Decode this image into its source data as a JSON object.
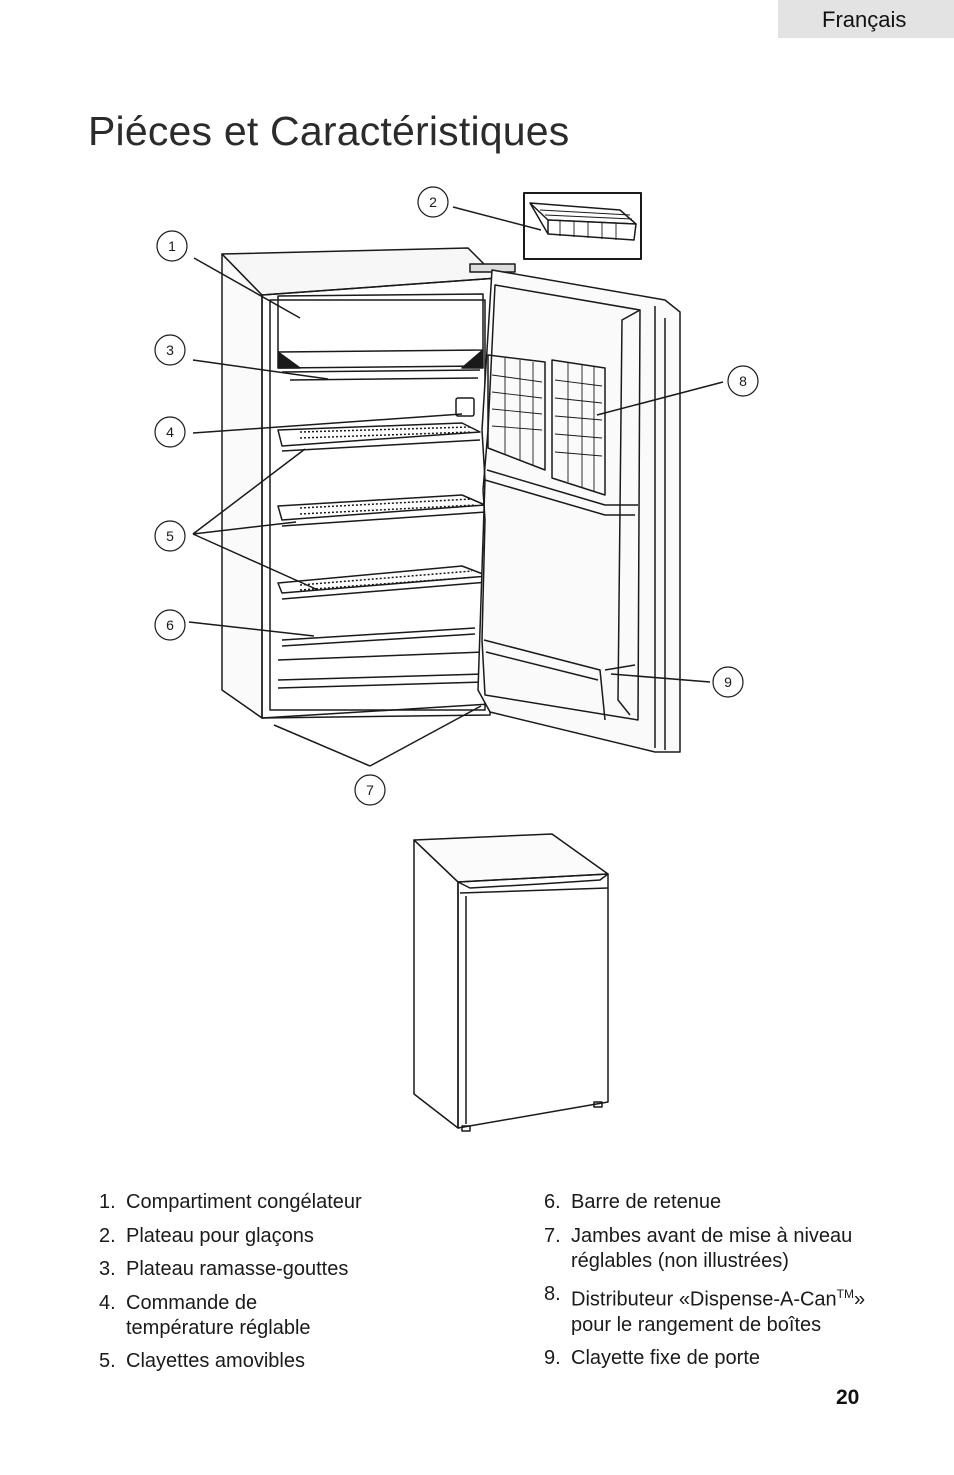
{
  "header": {
    "language_tab": "Français"
  },
  "page": {
    "title": "Piéces et Caractéristiques",
    "page_number": "20"
  },
  "callouts": [
    "1",
    "2",
    "3",
    "4",
    "5",
    "6",
    "7",
    "8",
    "9"
  ],
  "parts_left": [
    {
      "num": "1.",
      "text": "Compartiment congélateur"
    },
    {
      "num": "2.",
      "text": "Plateau pour glaçons"
    },
    {
      "num": "3.",
      "text": "Plateau ramasse-gouttes"
    },
    {
      "num": "4.",
      "text": "Commande de température réglable"
    },
    {
      "num": "5.",
      "text": "Clayettes amovibles"
    }
  ],
  "parts_right": [
    {
      "num": "6.",
      "text": "Barre de retenue"
    },
    {
      "num": "7.",
      "text": "Jambes avant de mise à niveau réglables (non illustrées)"
    },
    {
      "num": "8.",
      "text": "Distributeur «Dispense-A-Can",
      "sup": "TM",
      "text_after": "» pour le rangement de boîtes"
    },
    {
      "num": "9.",
      "text": "Clayette fixe de porte"
    }
  ]
}
